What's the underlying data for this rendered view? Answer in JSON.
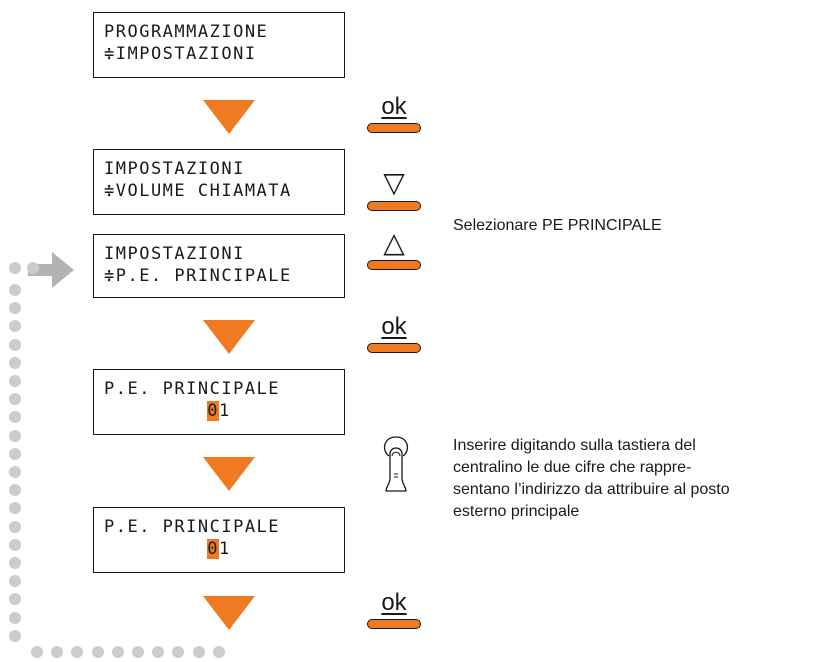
{
  "screens": [
    {
      "line1": "PROGRAMMAZIONE",
      "line2": "≑IMPOSTAZIONI"
    },
    {
      "line1": "IMPOSTAZIONI",
      "line2": "≑VOLUME CHIAMATA"
    },
    {
      "line1": "IMPOSTAZIONI",
      "line2": "≑P.E. PRINCIPALE"
    },
    {
      "line1": "P.E. PRINCIPALE",
      "line2_hl": "0",
      "line2_rest": "1"
    },
    {
      "line1": "P.E. PRINCIPALE",
      "line2_hl": "0",
      "line2_rest": "1"
    }
  ],
  "buttons": {
    "ok_label": "ok",
    "down_glyph": "▽",
    "up_glyph": "△"
  },
  "notes": {
    "select": "Selezionare PE PRINCIPALE",
    "input_lines": [
      "Inserire digitando sulla tastiera del",
      "centralino le due cifre che rappre-",
      "sentano l’indirizzo da attribuire al posto",
      "esterno principale"
    ]
  },
  "colors": {
    "accent": "#f07a22",
    "dots": "#cccccc",
    "arrow": "#b3b3b3",
    "ink": "#1a1a1a"
  },
  "icons": [
    "finger-press-icon",
    "return-arrow-icon"
  ]
}
